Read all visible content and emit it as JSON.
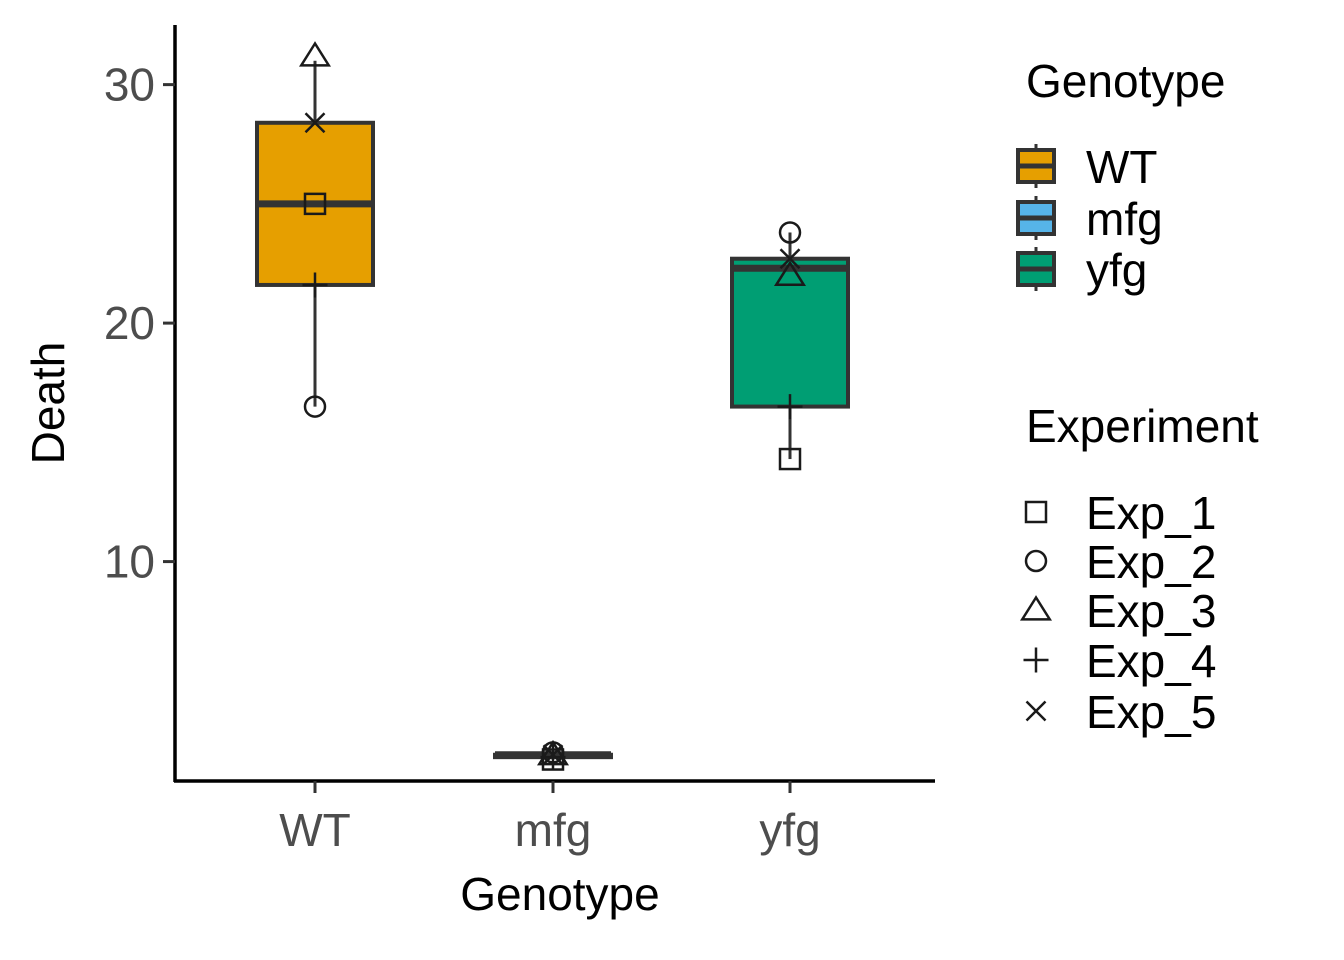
{
  "chart_data": {
    "type": "boxplot",
    "xlabel": "Genotype",
    "ylabel": "Death",
    "ylim": [
      0.8,
      32.5
    ],
    "yticks": [
      10,
      20,
      30
    ],
    "grid": false,
    "categories": [
      "WT",
      "mfg",
      "yfg"
    ],
    "boxes": [
      {
        "category": "WT",
        "fill": "#E69F00",
        "min": 16.5,
        "q1": 21.6,
        "median": 25.0,
        "q3": 28.4,
        "max": 31.0
      },
      {
        "category": "mfg",
        "fill": "#56B4E9",
        "min": 1.7,
        "q1": 1.8,
        "median": 1.9,
        "q3": 1.9,
        "max": 2.0
      },
      {
        "category": "yfg",
        "fill": "#009E73",
        "min": 14.3,
        "q1": 16.5,
        "median": 22.3,
        "q3": 22.7,
        "max": 23.8
      }
    ],
    "points": [
      {
        "category": "WT",
        "experiment": "Exp_1",
        "value": 25.0
      },
      {
        "category": "WT",
        "experiment": "Exp_2",
        "value": 16.5
      },
      {
        "category": "WT",
        "experiment": "Exp_3",
        "value": 31.2
      },
      {
        "category": "WT",
        "experiment": "Exp_4",
        "value": 21.6
      },
      {
        "category": "WT",
        "experiment": "Exp_5",
        "value": 28.4
      },
      {
        "category": "mfg",
        "experiment": "Exp_1",
        "value": 1.7
      },
      {
        "category": "mfg",
        "experiment": "Exp_2",
        "value": 2.0
      },
      {
        "category": "mfg",
        "experiment": "Exp_3",
        "value": 1.9
      },
      {
        "category": "mfg",
        "experiment": "Exp_4",
        "value": 1.8
      },
      {
        "category": "mfg",
        "experiment": "Exp_5",
        "value": 1.9
      },
      {
        "category": "yfg",
        "experiment": "Exp_1",
        "value": 14.3
      },
      {
        "category": "yfg",
        "experiment": "Exp_2",
        "value": 23.8
      },
      {
        "category": "yfg",
        "experiment": "Exp_3",
        "value": 22.0
      },
      {
        "category": "yfg",
        "experiment": "Exp_4",
        "value": 16.5
      },
      {
        "category": "yfg",
        "experiment": "Exp_5",
        "value": 22.7
      }
    ],
    "legend": {
      "placement": "right",
      "fill_title": "Genotype",
      "fill_entries": [
        {
          "label": "WT",
          "color": "#E69F00"
        },
        {
          "label": "mfg",
          "color": "#56B4E9"
        },
        {
          "label": "yfg",
          "color": "#009E73"
        }
      ],
      "shape_title": "Experiment",
      "shape_entries": [
        {
          "label": "Exp_1",
          "shape": "square"
        },
        {
          "label": "Exp_2",
          "shape": "circle"
        },
        {
          "label": "Exp_3",
          "shape": "triangle"
        },
        {
          "label": "Exp_4",
          "shape": "plus"
        },
        {
          "label": "Exp_5",
          "shape": "cross"
        }
      ]
    }
  }
}
